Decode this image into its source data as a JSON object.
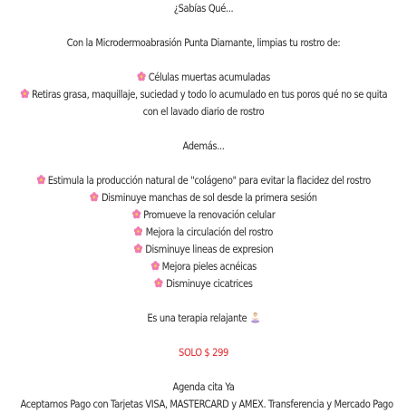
{
  "post": {
    "intro": "¿Sabías Qué...",
    "subtitle": "Con la Microdermoabrasión Punta Diamante, limpias tu rostro de:",
    "benefits_a": [
      "Células muertas acumuladas",
      "Retiras grasa, maquillaje, suciedad y todo lo acumulado en tus poros qué no se quita",
      "con el lavado diario de rostro"
    ],
    "ademas": "Además...",
    "benefits_b": [
      "Estimula la producción natural de \"colágeno\" para evitar la flacidez del rostro",
      "Disminuye manchas de sol desde la primera sesión",
      "Promueve la renovación celular",
      "Mejora la circulación del rostro",
      "Disminuye lineas de expresion",
      "Mejora pieles acnéicas",
      "Disminuye cicatrices"
    ],
    "relax": "Es una terapia relajante",
    "price": "SOLO $ 299",
    "cta": "Agenda cita Ya",
    "payments": "Aceptamos Pago con Tarjetas VISA, MASTERCARD y AMEX. Transferencia y Mercado Pago"
  },
  "icons": {
    "bullet": "pink-flower-icon",
    "relax": "woman-lotus-icon"
  },
  "colors": {
    "text": "#2b2b2b",
    "price": "#e0282e",
    "flower": "#f07cb0",
    "flower_center": "#f9d24a"
  }
}
